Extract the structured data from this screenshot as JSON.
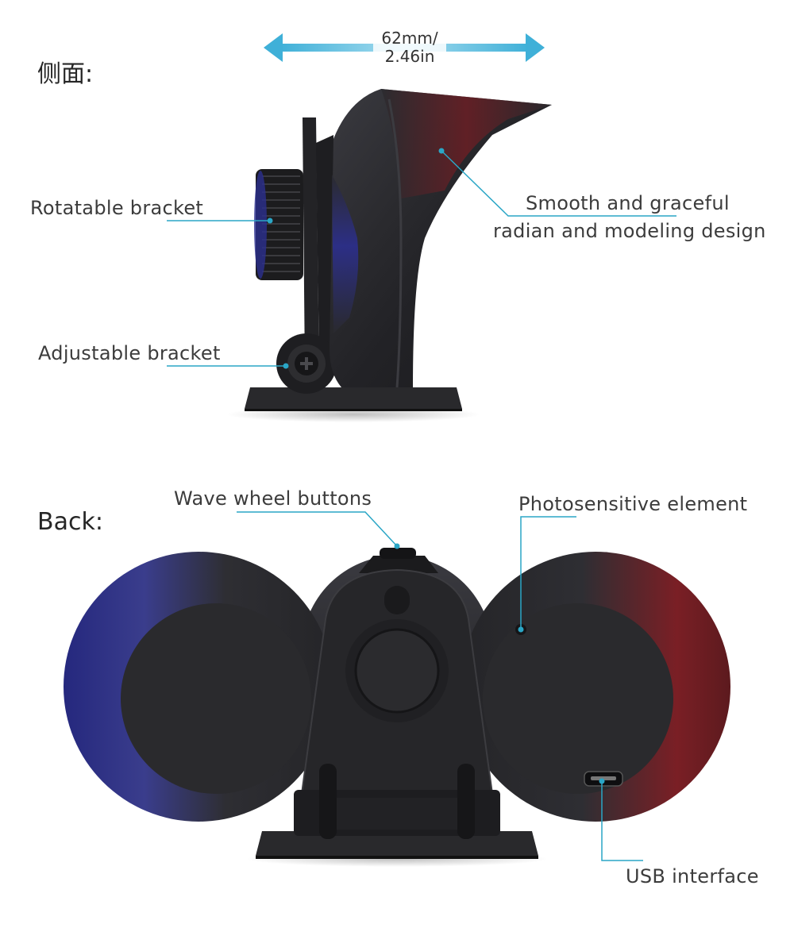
{
  "sections": {
    "side_title": "侧面:",
    "back_title": "Back:"
  },
  "dimension": {
    "line1": "62mm/",
    "line2": "2.46in"
  },
  "callouts": {
    "rotatable_bracket": "Rotatable bracket",
    "adjustable_bracket": "Adjustable bracket",
    "smooth_line1": "Smooth and graceful",
    "smooth_line2": "radian and modeling design",
    "wave_wheel": "Wave wheel buttons",
    "photosensitive": "Photosensitive element",
    "usb": "USB interface"
  },
  "colors": {
    "leader_line": "#2aa6c6",
    "arrow": "#4db8dc",
    "body_dark": "#2b2b2e",
    "accent_blue": "#2c2f8f",
    "accent_red": "#7a1f25"
  }
}
